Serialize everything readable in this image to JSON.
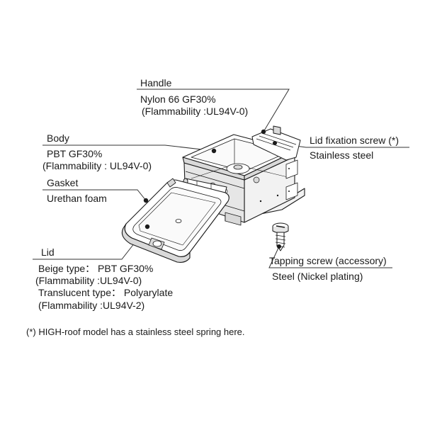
{
  "labels": {
    "handle": {
      "name": "Handle",
      "material": "Nylon 66 GF30%",
      "rating": "(Flammability :UL94V-0)"
    },
    "body": {
      "name": "Body",
      "material": "PBT GF30%",
      "rating": "(Flammability : UL94V-0)"
    },
    "lid_screw": {
      "name": "Lid fixation screw (*)",
      "material": "Stainless steel"
    },
    "gasket": {
      "name": "Gasket",
      "material": "Urethan foam"
    },
    "tapping_screw": {
      "name": "Tapping screw (accessory)",
      "material": "Steel (Nickel plating)"
    },
    "lid": {
      "name": "Lid",
      "beige": "Beige type： PBT GF30%",
      "beige_rating": "(Flammability :UL94V-0)",
      "translucent": "Translucent type： Polyarylate",
      "translucent_rating": "(Flammability :UL94V-2)"
    }
  },
  "footnote": "(*) HIGH-roof model has a stainless steel spring here.",
  "colors": {
    "line": "#1a1a1a",
    "leader": "#333333",
    "box_face_top": "#ffffff",
    "box_face_side": "#f2f2f2",
    "box_face_dark": "#d9d9d9"
  }
}
